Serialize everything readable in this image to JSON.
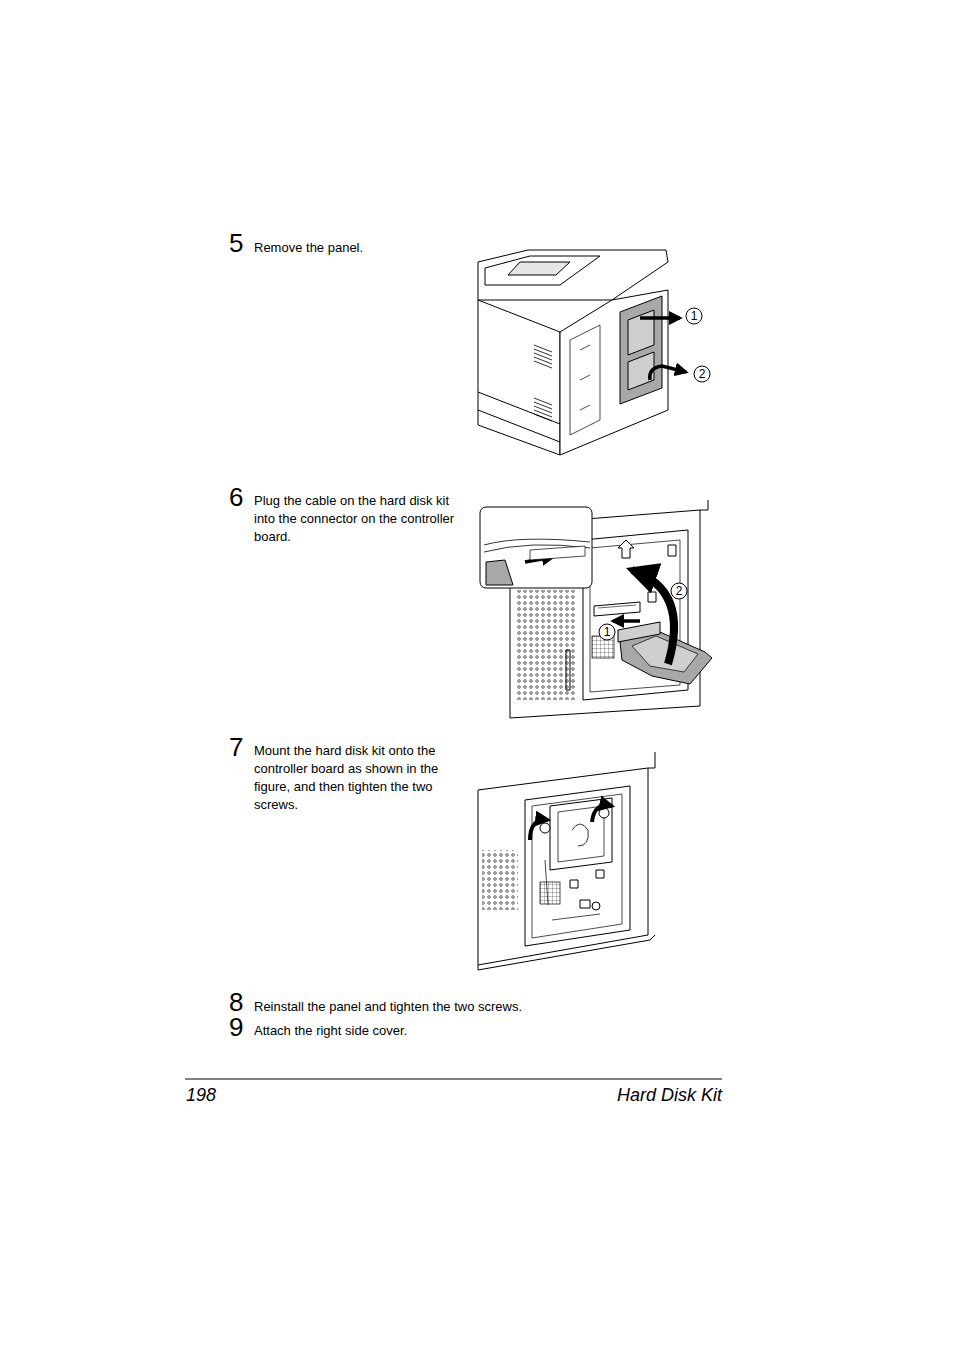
{
  "diagram": {
    "labels": [
      "5",
      "Remove the panel.",
      "1",
      "2",
      "6",
      "Plug the cable on the hard disk kit into the connector on the controller board.",
      "2",
      "1",
      "7",
      "Mount the hard disk kit onto the controller board as shown in the figure, and then tighten the two screws.",
      "8",
      "Reinstall the panel and tighten the two screws.",
      "9",
      "Attach the right side cover.",
      "198",
      "Hard Disk Kit"
    ]
  }
}
